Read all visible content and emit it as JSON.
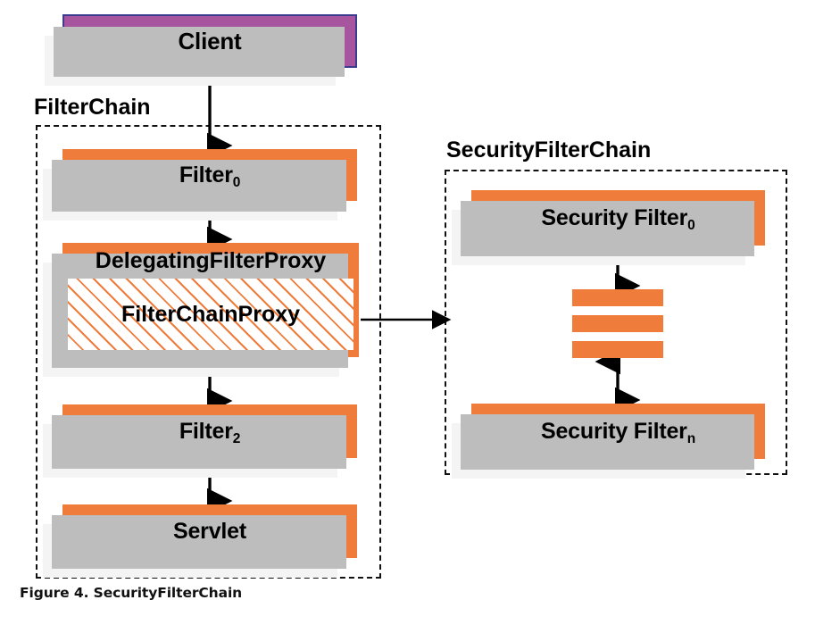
{
  "figure": {
    "caption": "Figure 4. SecurityFilterChain"
  },
  "colors": {
    "orange": "#f07c3c",
    "purple": "#a7559f",
    "purple_border": "#3b3b8f",
    "shadow": "#bdbdbd",
    "shadow_light": "#f4f4f4",
    "frame_border": "#111111",
    "text": "#000000",
    "hatch_background": "#ffffff"
  },
  "client": {
    "label": "Client"
  },
  "filter_chain": {
    "group_label": "FilterChain",
    "nodes": [
      {
        "name": "filter-0",
        "label": "Filter",
        "subscript": "0"
      },
      {
        "name": "delegating-filter-proxy",
        "label": "DelegatingFilterProxy",
        "subscript": ""
      },
      {
        "name": "filter-chain-proxy",
        "label": "FilterChainProxy",
        "subscript": ""
      },
      {
        "name": "filter-2",
        "label": "Filter",
        "subscript": "2"
      },
      {
        "name": "servlet",
        "label": "Servlet",
        "subscript": ""
      }
    ]
  },
  "security_filter_chain": {
    "group_label": "SecurityFilterChain",
    "nodes": [
      {
        "name": "security-filter-0",
        "label": "Security Filter",
        "subscript": "0"
      },
      {
        "name": "security-filter-ellipsis",
        "label": "",
        "subscript": ""
      },
      {
        "name": "security-filter-n",
        "label": "Security Filter",
        "subscript": "n"
      }
    ],
    "ellipsis_bar_count": 3
  },
  "connections": [
    {
      "name": "client-to-filter-0",
      "type": "double-arrow",
      "orientation": "vertical"
    },
    {
      "name": "filter-0-to-delegating-filter-proxy",
      "type": "double-arrow",
      "orientation": "vertical"
    },
    {
      "name": "delegating-filter-proxy-to-filter-2",
      "type": "double-arrow",
      "orientation": "vertical"
    },
    {
      "name": "filter-2-to-servlet",
      "type": "double-arrow",
      "orientation": "vertical"
    },
    {
      "name": "filter-chain-proxy-to-security-filter-chain",
      "type": "single-arrow",
      "orientation": "horizontal"
    },
    {
      "name": "security-filter-0-to-ellipsis",
      "type": "double-arrow",
      "orientation": "vertical"
    },
    {
      "name": "ellipsis-to-security-filter-n",
      "type": "double-arrow",
      "orientation": "vertical"
    }
  ]
}
